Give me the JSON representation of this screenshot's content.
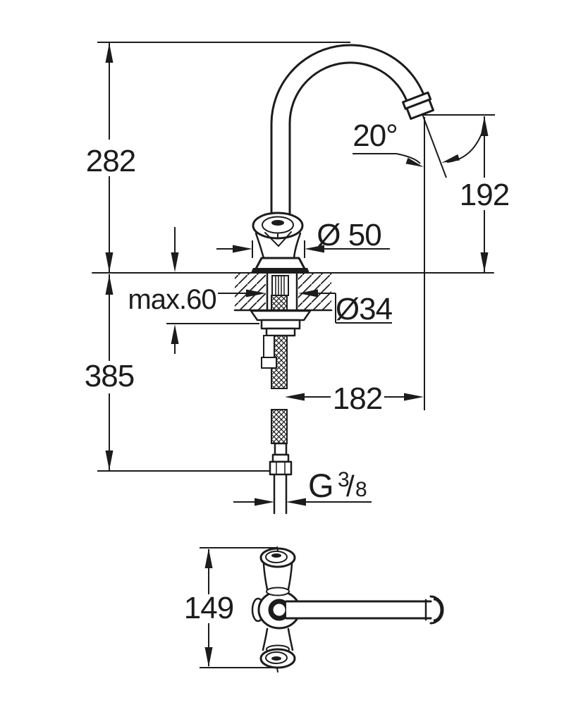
{
  "colors": {
    "background": "#ffffff",
    "line": "#1c1c1c"
  },
  "dims": {
    "overall_height": "282",
    "outlet_height": "192",
    "outlet_angle": "20°",
    "base_diameter": "Ø 50",
    "max_deck_thickness": "max.60",
    "hole_diameter": "Ø34",
    "below_deck_length": "385",
    "spout_reach": "182",
    "thread_prefix": "G",
    "thread_numerator": "3",
    "thread_slash": "/",
    "thread_denominator": "8",
    "top_view_width": "149"
  }
}
